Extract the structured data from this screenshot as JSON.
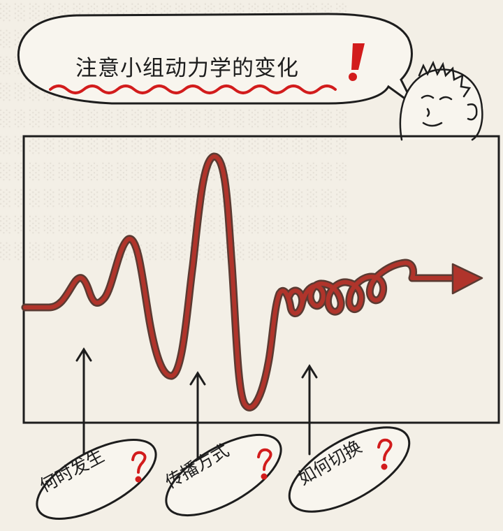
{
  "title": "注意小组动力学的变化",
  "questions": [
    {
      "label": "何时发生"
    },
    {
      "label": "传播方式"
    },
    {
      "label": "如何切换"
    }
  ],
  "colors": {
    "wave": "#b0342b",
    "wave_outline": "#5a3a32",
    "ink": "#1d1d1d",
    "accent_red": "#d21c1c",
    "paper": "#f3efe6"
  },
  "icons": {
    "exclamation": "exclamation-icon",
    "question": "question-icon",
    "arrow": "arrow-right-icon"
  }
}
